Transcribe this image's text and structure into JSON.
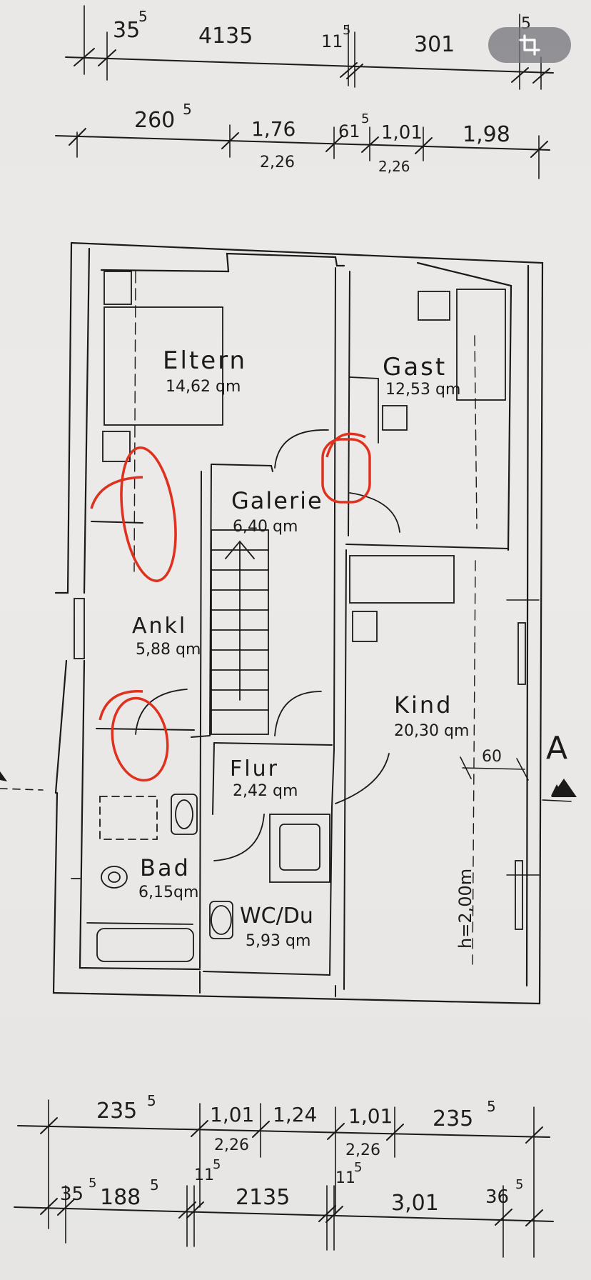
{
  "toolbar": {
    "crop_icon": "crop-icon"
  },
  "dimensions": {
    "top_row_1": [
      "35",
      "5",
      "4135",
      "11",
      "5",
      "301",
      "5"
    ],
    "top_row_2": [
      "260",
      "5",
      "1,76",
      "2,26",
      "61",
      "5",
      "1,01",
      "2,26",
      "1,98"
    ],
    "bottom_row_1": [
      "235",
      "5",
      "1,01",
      "2,26",
      "1,24",
      "1,01",
      "2,26",
      "235",
      "5"
    ],
    "bottom_row_2": [
      "35",
      "5",
      "188",
      "5",
      "11",
      "5",
      "2135",
      "11",
      "5",
      "3,01",
      "36",
      "5"
    ],
    "kind_dim": "60"
  },
  "rooms": {
    "eltern": {
      "name": "Eltern",
      "area": "14,62 qm"
    },
    "gast": {
      "name": "Gast",
      "area": "12,53 qm"
    },
    "galerie": {
      "name": "Galerie",
      "area": "6,40 qm"
    },
    "ankl": {
      "name": "Ankl",
      "area": "5,88 qm"
    },
    "kind": {
      "name": "Kind",
      "area": "20,30 qm"
    },
    "flur": {
      "name": "Flur",
      "area": "2,42 qm"
    },
    "bad": {
      "name": "Bad",
      "area": "6,15qm"
    },
    "wcdu": {
      "name": "WC/Du",
      "area": "5,93 qm"
    }
  },
  "section_marker": "A",
  "height_note": "h=2,00m",
  "colors": {
    "markup": "#e0301e",
    "ink": "#1a1a1a",
    "paper": "#eceae8"
  }
}
